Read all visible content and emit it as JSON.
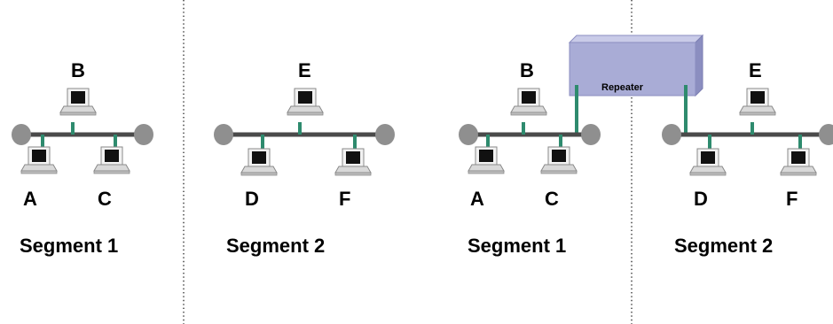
{
  "colors": {
    "background": "#ffffff",
    "bus": "#4a4a4a",
    "terminator": "#8f8f8f",
    "drop": "#2e8b6e",
    "repeater_front": "#a9acd6",
    "repeater_top": "#c9cbe8",
    "repeater_side": "#8b8ec0",
    "divider": "#333333"
  },
  "left_diagram": {
    "segment1": {
      "label": "Segment 1",
      "nodes": {
        "top": "B",
        "bottom_left": "A",
        "bottom_right": "C"
      }
    },
    "segment2": {
      "label": "Segment 2",
      "nodes": {
        "top": "E",
        "bottom_left": "D",
        "bottom_right": "F"
      }
    }
  },
  "right_diagram": {
    "repeater": {
      "label": "Repeater"
    },
    "segment1": {
      "label": "Segment 1",
      "nodes": {
        "top": "B",
        "bottom_left": "A",
        "bottom_right": "C"
      }
    },
    "segment2": {
      "label": "Segment 2",
      "nodes": {
        "top": "E",
        "bottom_left": "D",
        "bottom_right": "F"
      }
    }
  }
}
